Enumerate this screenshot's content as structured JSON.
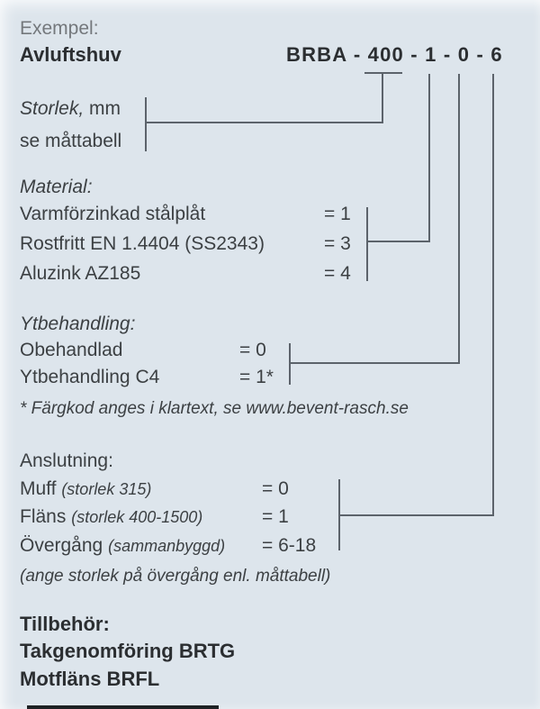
{
  "header": {
    "example_label": "Exempel:",
    "product_name": "Avluftshuv",
    "order_code": "BRBA - 400 - 1 - 0 - 6"
  },
  "size": {
    "label_italic": "Storlek,",
    "label_unit": " mm",
    "line2": "se måttabell"
  },
  "material": {
    "heading": "Material:",
    "rows": [
      {
        "label": "Varmförzinkad stålplåt",
        "eq": "= 1"
      },
      {
        "label": "Rostfritt EN 1.4404 (SS2343)",
        "eq": "= 3"
      },
      {
        "label": "Aluzink AZ185",
        "eq": "= 4"
      }
    ]
  },
  "surface": {
    "heading": "Ytbehandling:",
    "rows": [
      {
        "label": "Obehandlad",
        "eq": "= 0"
      },
      {
        "label": "Ytbehandling C4",
        "eq": "= 1*"
      }
    ],
    "footnote": "* Färgkod anges i klartext, se www.bevent-rasch.se"
  },
  "connection": {
    "heading": "Anslutning:",
    "rows": [
      {
        "label": "Muff",
        "note": "(storlek 315)",
        "eq": "= 0"
      },
      {
        "label": "Fläns",
        "note": "(storlek 400-1500)",
        "eq": "= 1"
      },
      {
        "label": "Övergång",
        "note": "(sammanbyggd)",
        "eq": "= 6-18"
      }
    ],
    "footnote": "(ange storlek på övergång enl. måttabell)"
  },
  "accessories": {
    "heading": "Tillbehör:",
    "items": [
      {
        "label": "Takgenomföring BRTG"
      },
      {
        "label": "Motfläns BRFL"
      }
    ]
  },
  "colors": {
    "background": "#dde5ec",
    "text": "#3c4043",
    "bold_text": "#2b2e31",
    "muted_text": "#74787c",
    "connector_line": "#5c636b",
    "bottom_rule": "#1d2124"
  }
}
